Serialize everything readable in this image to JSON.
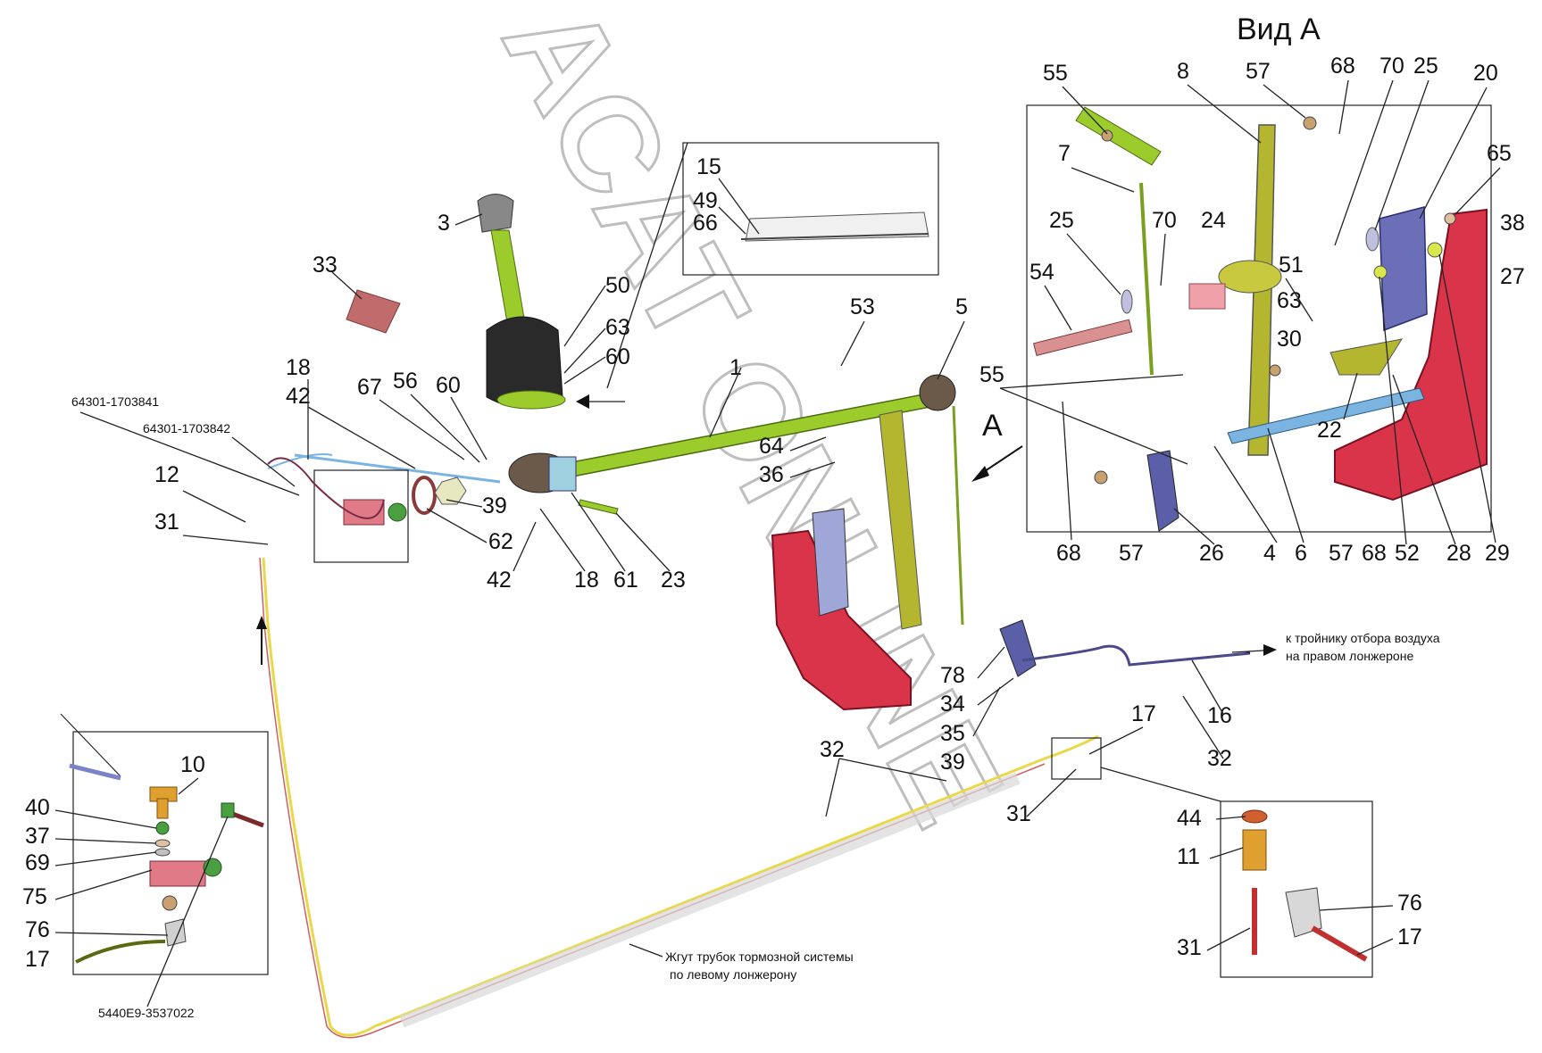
{
  "view_title": "Вид А",
  "view_marker": "А",
  "watermark": "ACAT ONLINE",
  "codes": {
    "pipe_1": "64301-1703841",
    "pipe_2": "64301-1703842",
    "valve": "5440E9-3537022"
  },
  "notes": {
    "air_line_1": "к тройнику отбора воздуха",
    "air_line_2": "на правом лонжероне",
    "harness_1": "Жгут трубок тормозной системы",
    "harness_2": "по левому лонжерону"
  },
  "callouts": {
    "n1": "1",
    "n3": "3",
    "n4": "4",
    "n5": "5",
    "n6": "6",
    "n7": "7",
    "n8": "8",
    "n10": "10",
    "n11": "11",
    "n12": "12",
    "n15": "15",
    "n16": "16",
    "n17": "17",
    "n18": "18",
    "n20": "20",
    "n22": "22",
    "n23": "23",
    "n24": "24",
    "n25": "25",
    "n26": "26",
    "n27": "27",
    "n28": "28",
    "n29": "29",
    "n30": "30",
    "n31": "31",
    "n32": "32",
    "n33": "33",
    "n34": "34",
    "n35": "35",
    "n36": "36",
    "n37": "37",
    "n38": "38",
    "n39": "39",
    "n40": "40",
    "n42": "42",
    "n44": "44",
    "n49": "49",
    "n50": "50",
    "n51": "51",
    "n52": "52",
    "n53": "53",
    "n54": "54",
    "n55": "55",
    "n56": "56",
    "n57": "57",
    "n60": "60",
    "n61": "61",
    "n62": "62",
    "n63": "63",
    "n64": "64",
    "n65": "65",
    "n66": "66",
    "n67": "67",
    "n68": "68",
    "n69": "69",
    "n70": "70",
    "n75": "75",
    "n76": "76",
    "n78": "78"
  },
  "colors": {
    "lever_green": "#9ccc2c",
    "frame_red": "#d9344a",
    "plate_blue": "#6a6fb8",
    "rod_blue": "#7bb4e0",
    "valve_pink": "#e07a86",
    "harness_yellow": "#e8d84a",
    "watermark_gray": "#b8b8b8"
  }
}
